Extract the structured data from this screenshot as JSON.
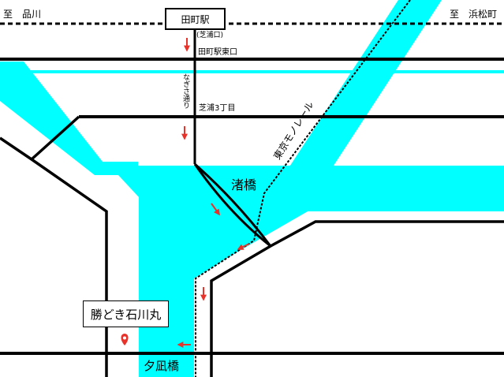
{
  "labels": {
    "to_shinagawa": "至　品川",
    "to_hamamatsucho": "至　浜松町",
    "tamachi_station": "田町駅",
    "shibaura_exit": "(芝浦口)",
    "tamachi_east_exit": "田町駅東口",
    "nagisa_dori": "なぎさ通り",
    "shibaura_3chome": "芝浦3丁目",
    "tokyo_monorail": "東京モノレール",
    "nagisa_bridge": "渚橋",
    "kachidoki_ishikawamaru": "勝どき石川丸",
    "yunagi_bridge": "夕凪橋"
  },
  "colors": {
    "water": "#00ffff",
    "road": "#000000",
    "arrow": "#e8322a",
    "pin": "#e8322a",
    "background": "#ffffff"
  }
}
